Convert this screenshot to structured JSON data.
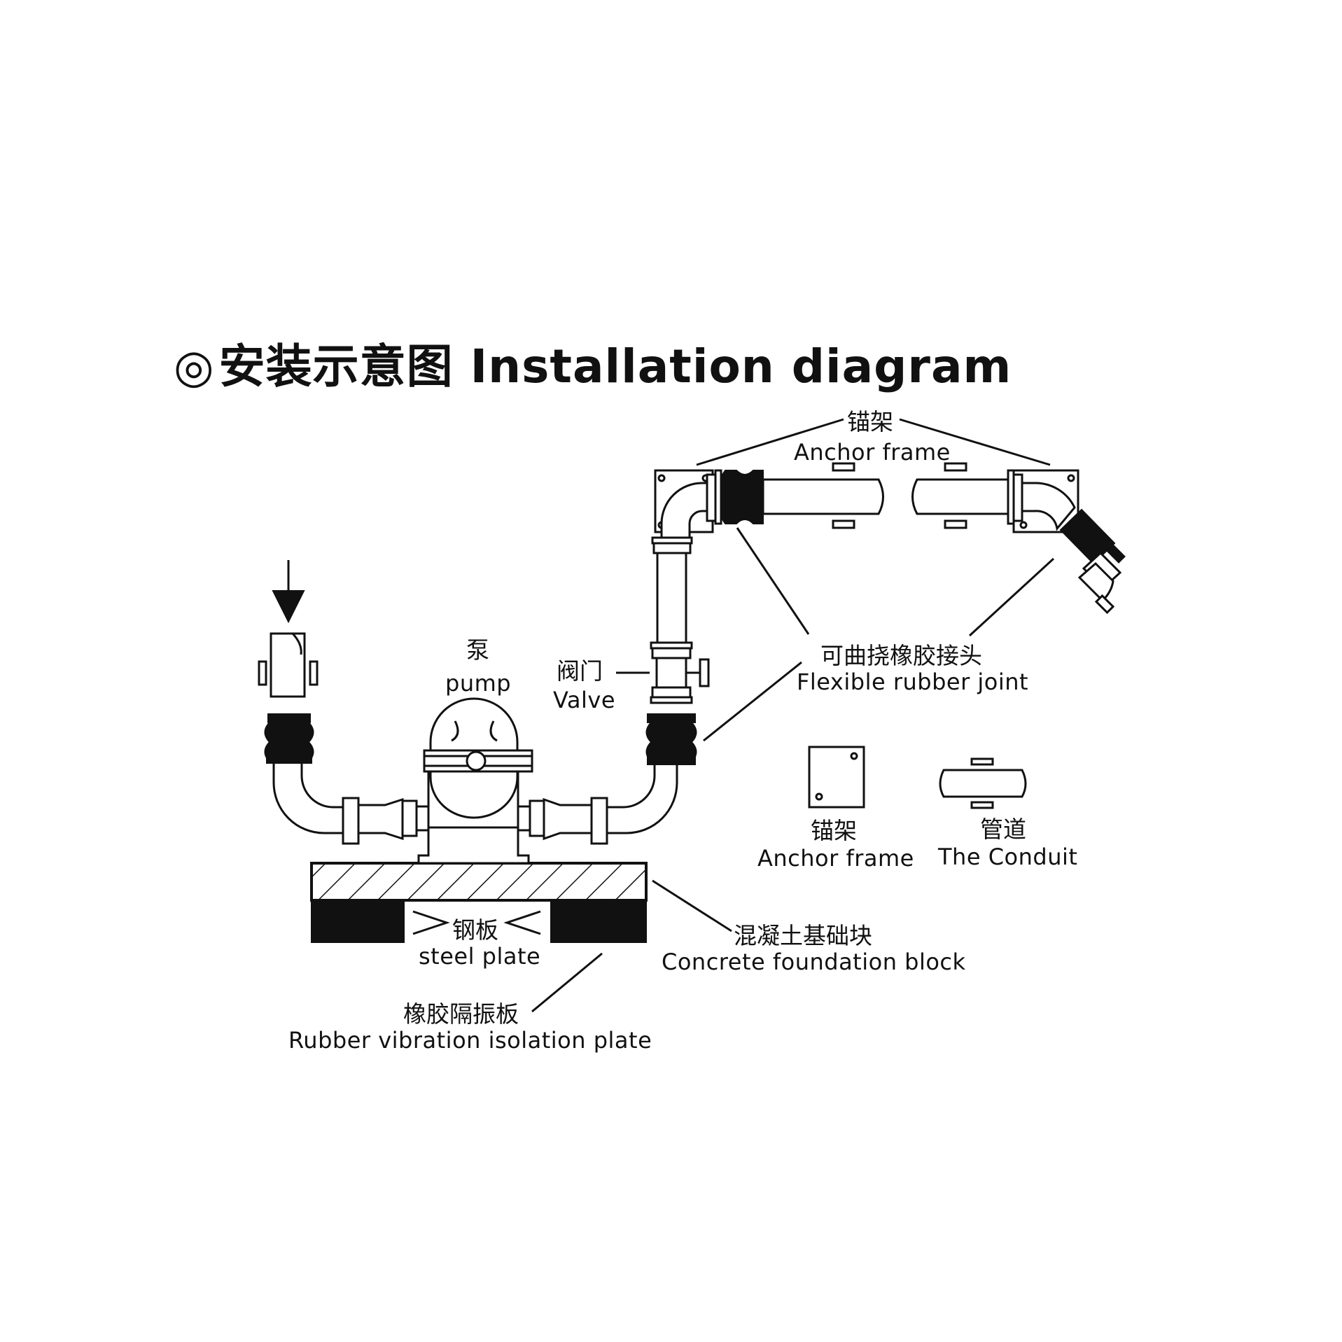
{
  "title": {
    "mark": "◎",
    "text": "安装示意图 Installation diagram"
  },
  "labels": {
    "anchor_frame_top_zh": "锚架",
    "anchor_frame_top_en": "Anchor frame",
    "flex_joint_zh": "可曲挠橡胶接头",
    "flex_joint_en": "Flexible rubber joint",
    "pump_zh": "泵",
    "pump_en": "pump",
    "valve_zh": "阀门",
    "valve_en": "Valve",
    "legend_anchor_zh": "锚架",
    "legend_anchor_en": "Anchor frame",
    "legend_conduit_zh": "管道",
    "legend_conduit_en": "The Conduit",
    "steel_plate_zh": "钢板",
    "steel_plate_en": "steel plate",
    "concrete_zh": "混凝土基础块",
    "concrete_en": "Concrete foundation block",
    "rubber_plate_zh": "橡胶隔振板",
    "rubber_plate_en": "Rubber vibration isolation plate"
  },
  "colors": {
    "line": "#111111",
    "background": "#ffffff",
    "rubber": "#111111"
  }
}
